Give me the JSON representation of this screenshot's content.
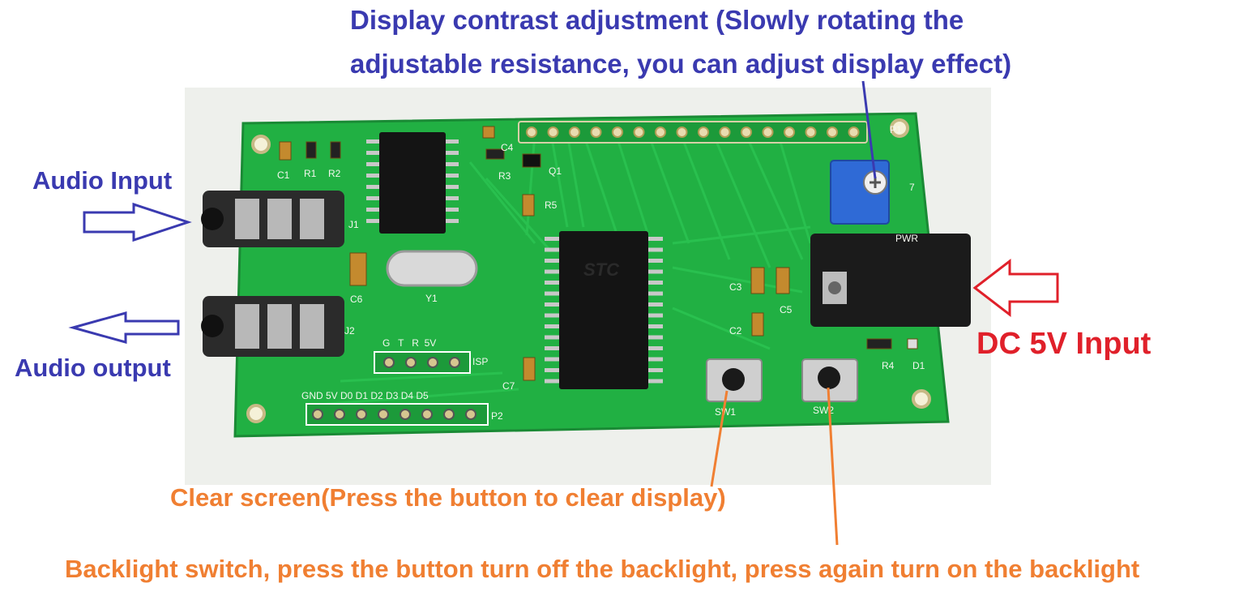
{
  "annotations": {
    "contrast_line1": "Display contrast adjustment  (Slowly rotating the",
    "contrast_line2": "adjustable resistance, you can adjust display effect)",
    "audio_input": "Audio Input",
    "audio_output": "Audio output",
    "dc_input": "DC 5V Input",
    "clear_screen": "Clear screen(Press the button to clear display)",
    "backlight": "Backlight switch, press the button turn off the backlight, press again turn on the backlight"
  },
  "board": {
    "silkscreen": {
      "c1": "C1",
      "r1": "R1",
      "r2": "R2",
      "c4": "C4",
      "r3": "R3",
      "q1": "Q1",
      "r5": "R5",
      "p1": "P1",
      "j1": "J1",
      "j2": "J2",
      "c6": "C6",
      "y1": "Y1",
      "c3": "C3",
      "c5": "C5",
      "c2": "C2",
      "pwr": "PWR",
      "r4": "R4",
      "d1": "D1",
      "c7": "C7",
      "isp": "ISP",
      "isp_pins": "G   T   R  5V",
      "p2": "P2",
      "p2_pins": "GND 5V D0 D1 D2 D3 D4 D5",
      "sw1": "SW1",
      "sw2": "SW2",
      "mcu_brand": "STC",
      "p7": "7"
    }
  },
  "colors": {
    "pcb": "#21b043",
    "blue_text": "#3a3ab0",
    "orange_text": "#f07f32",
    "red_text": "#e0202a"
  }
}
